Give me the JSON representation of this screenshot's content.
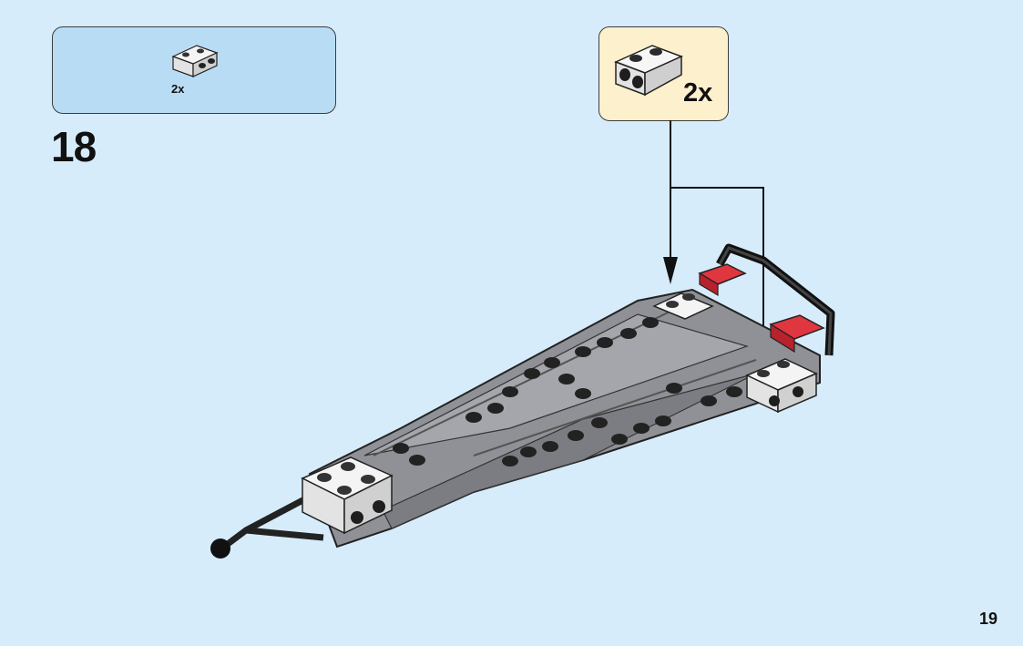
{
  "parts_list": {
    "quantity": "2x",
    "part_icon": "white-bracket-brick-icon"
  },
  "step": {
    "number": "18"
  },
  "callout": {
    "quantity": "2x",
    "part_icon": "white-bracket-brick-icon"
  },
  "page": {
    "number": "19"
  },
  "colors": {
    "background": "#d6ecfb",
    "parts_box": "#b9dcf5",
    "callout_box": "#fdf0cc",
    "hull_gray": "#8f9196",
    "trans_red": "#e0363f",
    "white_brick": "#ffffff"
  }
}
